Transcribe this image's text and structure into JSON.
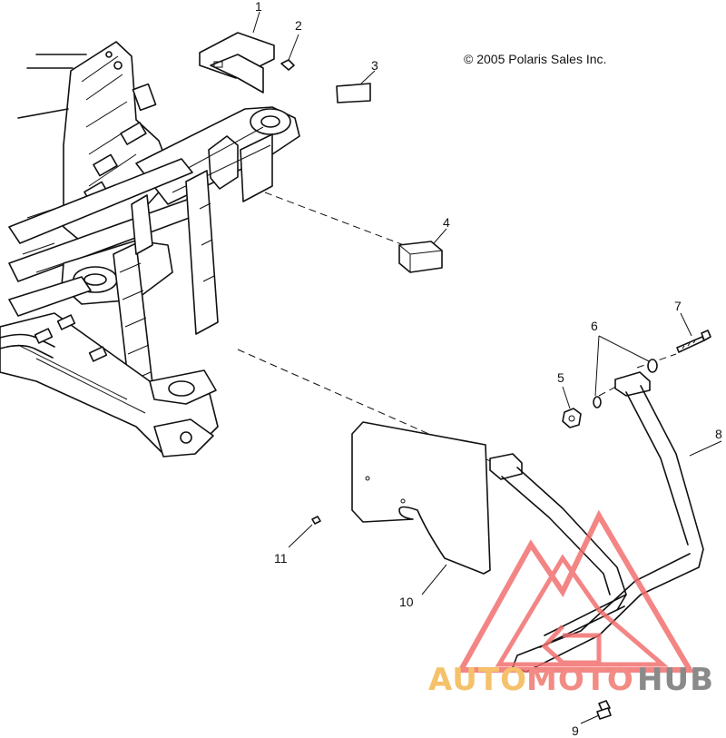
{
  "copyright": "© 2005 Polaris Sales Inc.",
  "callouts": [
    "1",
    "2",
    "3",
    "4",
    "5",
    "6",
    "7",
    "8",
    "9",
    "10",
    "11"
  ],
  "watermark": {
    "part1": "AUTO",
    "part2": "MOTO",
    "part3": "HUB",
    "colors": {
      "auto": "#f5c26b",
      "moto": "#f28b84",
      "hub": "#8a8a8a",
      "logo": "#f26b6b"
    }
  }
}
